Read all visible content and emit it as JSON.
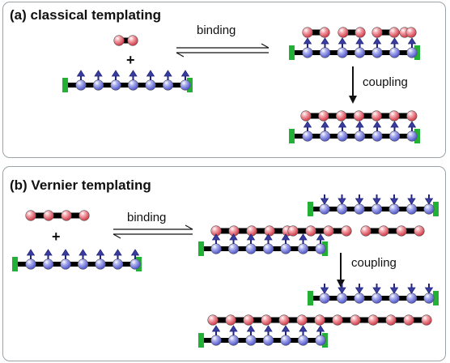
{
  "panel_a": {
    "title": "(a) classical templating",
    "binding_label": "binding",
    "coupling_label": "coupling",
    "plus": "+"
  },
  "panel_b": {
    "title": "(b) Vernier templating",
    "binding_label": "binding",
    "coupling_label": "coupling",
    "plus": "+"
  },
  "colors": {
    "red_bead": "#e8707a",
    "blue_bead": "#8b8fe0",
    "end_cap": "#22b035",
    "backbone": "#000000",
    "arrow": "#22257a",
    "border": "#9aa3a8"
  }
}
